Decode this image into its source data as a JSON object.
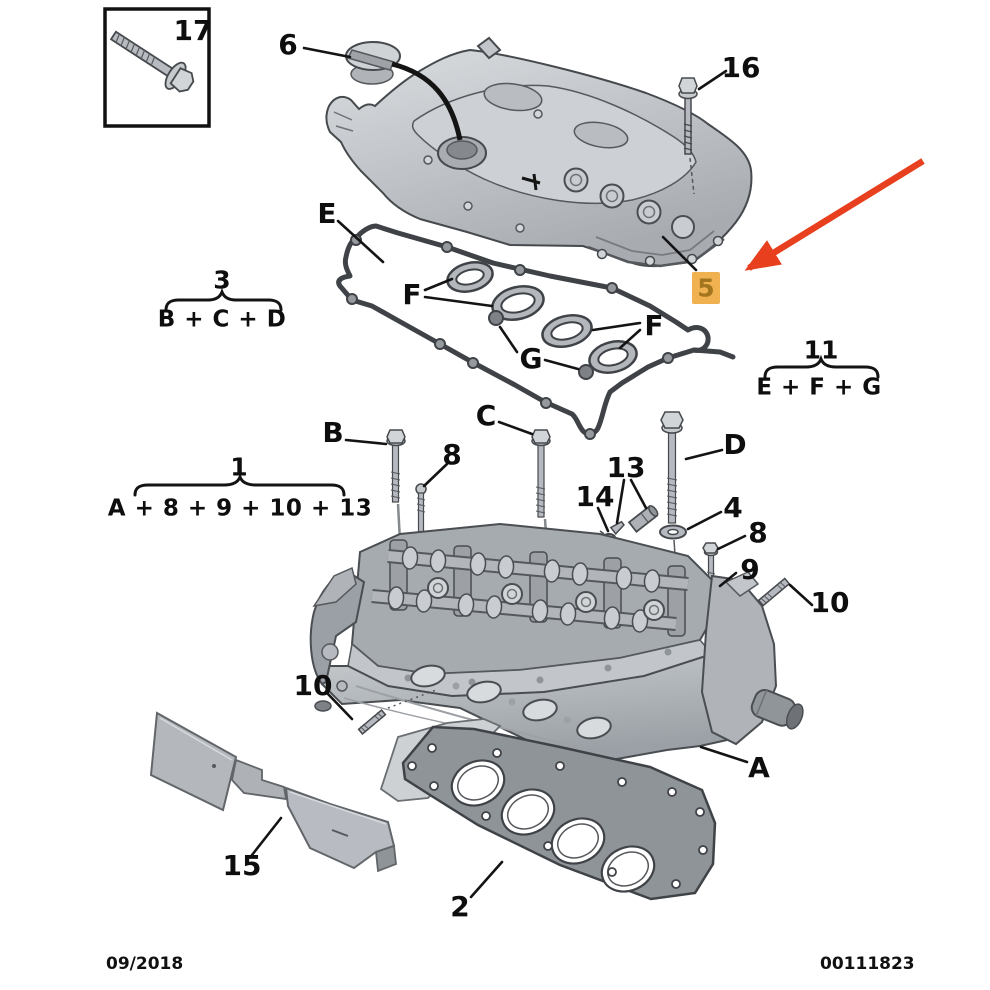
{
  "footer": {
    "date": "09/2018",
    "doc_number": "00111823"
  },
  "inset": {
    "label": "17"
  },
  "highlight": {
    "label": "5"
  },
  "colors": {
    "highlight_box": "#F0B150",
    "highlight_text": "#A3751E",
    "arrow": "#E8401E",
    "line_art_outline": "#46494D"
  },
  "callouts": {
    "oil_filler_cap": "6",
    "cover_bolt": "16",
    "cover_gasket": "E",
    "camshaft_seals_left": "F",
    "camshaft_seals_right": "F",
    "spark_well_grommets": "G",
    "head_bolt_b": "B",
    "head_bolt_c": "C",
    "stud_top": "8",
    "valve_keepers": "13",
    "valve_stem_seal": "14",
    "head_bolt_d": "D",
    "washer": "4",
    "bolt_right": "8",
    "nut": "9",
    "stud_right": "10",
    "stud_left": "10",
    "cylinder_head": "A",
    "heat_shield": "15",
    "head_gasket": "2"
  },
  "groups": {
    "kit_cover_bolts": {
      "number": "3",
      "formula": "B + C + D"
    },
    "kit_cover_gasket": {
      "number": "11",
      "formula": "E + F + G"
    },
    "kit_head_bolts": {
      "number": "1",
      "formula": "A + 8 + 9 + 10 + 13"
    }
  }
}
